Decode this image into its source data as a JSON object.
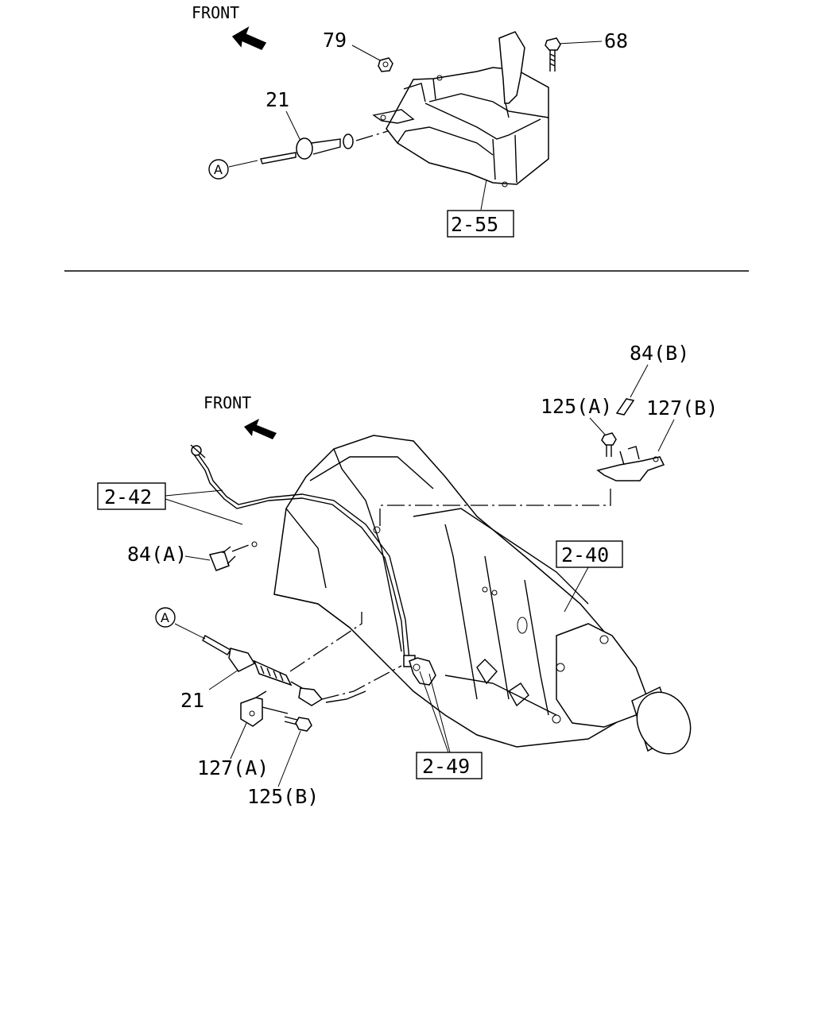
{
  "top": {
    "front_label": "FRONT",
    "labels": {
      "n79": "79",
      "n68": "68",
      "n21": "21",
      "circle_a": "A",
      "ref_2_55": "2-55"
    }
  },
  "bottom": {
    "front_label": "FRONT",
    "labels": {
      "n84b": "84(B)",
      "n125a": "125(A)",
      "n127b": "127(B)",
      "ref_2_42": "2-42",
      "n84a": "84(A)",
      "ref_2_40": "2-40",
      "circle_a": "A",
      "n21": "21",
      "n127a": "127(A)",
      "n125b": "125(B)",
      "ref_2_49": "2-49"
    }
  }
}
